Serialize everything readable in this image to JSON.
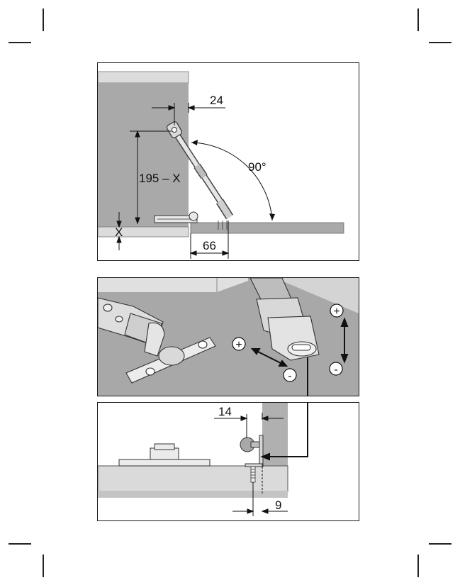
{
  "panel_top": {
    "dim_24": "24",
    "dim_angle": "90°",
    "dim_height": "195 – X",
    "dim_x": "X",
    "dim_66": "66"
  },
  "panel_middle": {
    "plus_left": "+",
    "minus_left": "-",
    "plus_right": "+",
    "minus_right": "-"
  },
  "panel_bottom": {
    "dim_14": "14",
    "dim_9": "9"
  },
  "colors": {
    "gray_panel": "#a8a8a8",
    "light_gray": "#d6d6d6",
    "dark_line": "#1a1a1a"
  }
}
